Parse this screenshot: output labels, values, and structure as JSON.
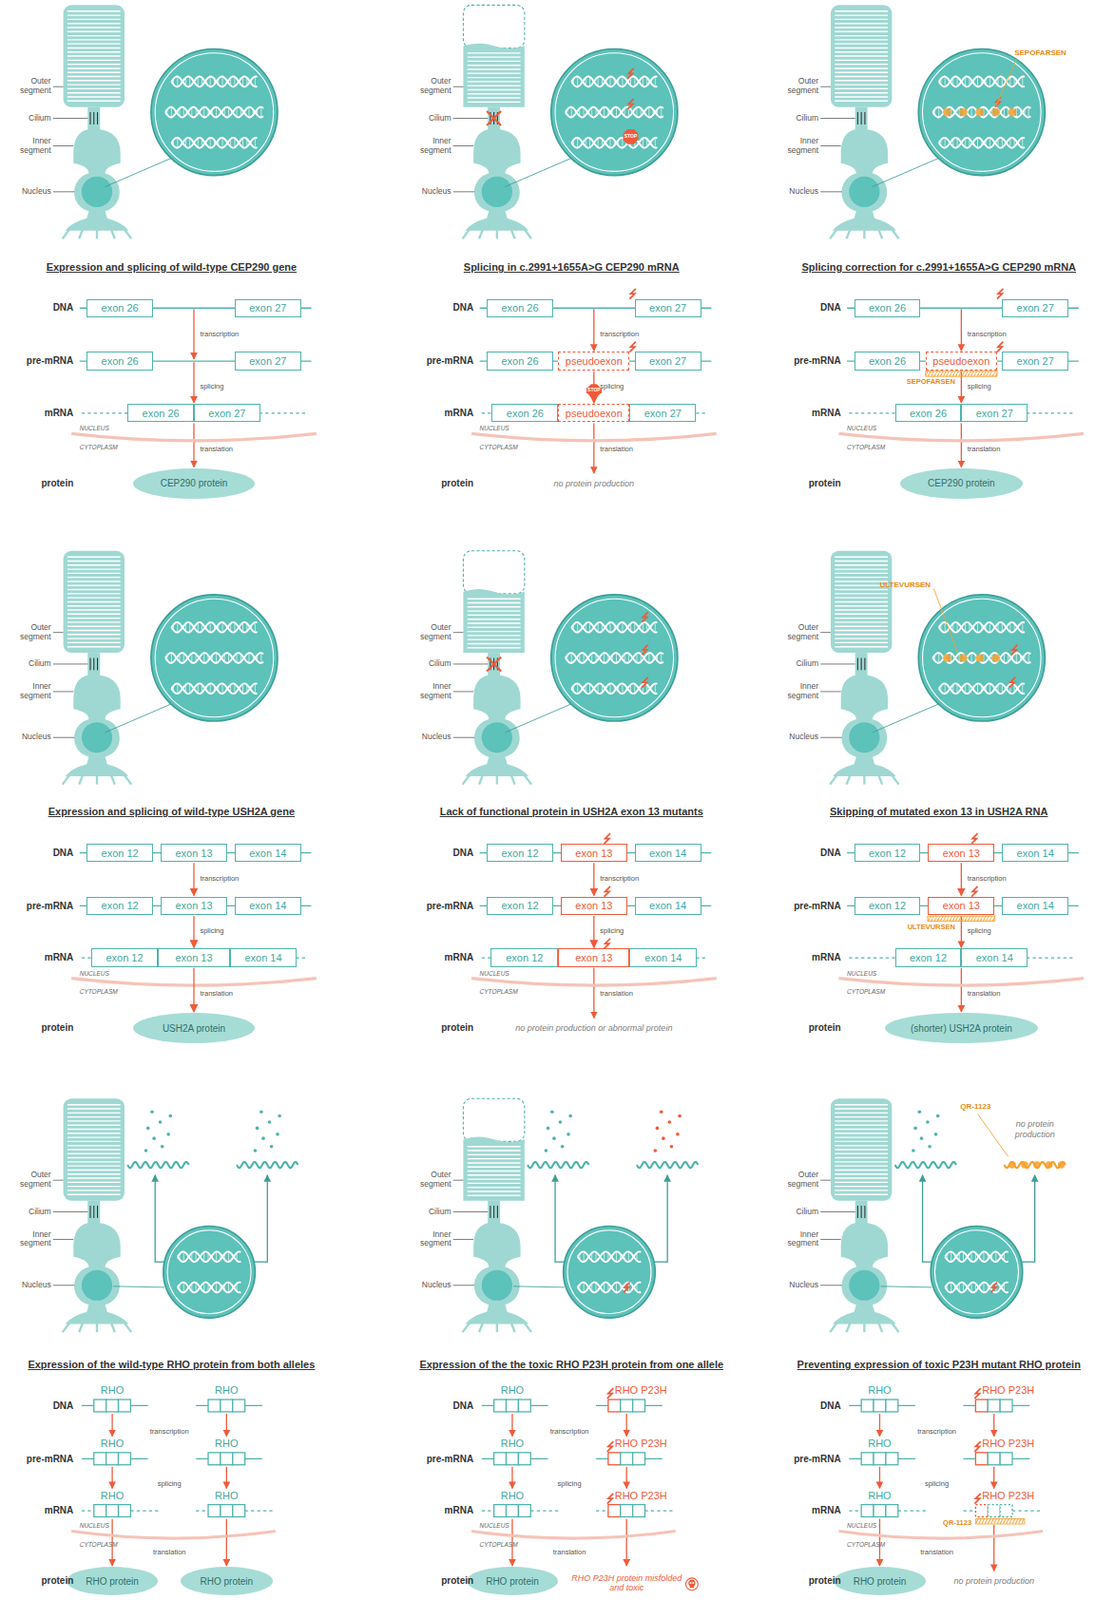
{
  "diagram": {
    "nodes": [
      {
        "text": [
          "exon 26"
        ]
      },
      {
        "text": [
          "exon 27"
        ]
      },
      {
        "text": [
          "exon 26"
        ]
      },
      {
        "text": [
          "exon 27"
        ]
      },
      {
        "text": [
          "exon 26"
        ]
      },
      {
        "text": [
          "exon 27"
        ]
      },
      {
        "text": [
          "CEP290 protein"
        ]
      },
      {
        "text": [
          "exon 26"
        ]
      },
      {
        "text": [
          "exon 27"
        ]
      },
      {
        "text": [
          "exon 26"
        ]
      },
      {
        "text": [
          "pseudoexon"
        ]
      },
      {
        "text": [
          "exon 27"
        ]
      },
      {
        "text": [
          "exon 26"
        ]
      },
      {
        "text": [
          "pseudoexon"
        ]
      },
      {
        "text": [
          "exon 27"
        ]
      },
      {
        "text": [
          "exon 26"
        ]
      },
      {
        "text": [
          "exon 27"
        ]
      },
      {
        "text": [
          "exon 26"
        ]
      },
      {
        "text": [
          "pseudoexon"
        ]
      },
      {
        "text": [
          "exon 27"
        ]
      },
      {
        "text": [
          "exon 26"
        ]
      },
      {
        "text": [
          "exon 27"
        ]
      },
      {
        "text": [
          "CEP290 protein"
        ]
      },
      {
        "text": [
          "exon 12"
        ]
      },
      {
        "text": [
          "exon 13"
        ]
      },
      {
        "text": [
          "exon 14"
        ]
      },
      {
        "text": [
          "exon 12"
        ]
      },
      {
        "text": [
          "exon 13"
        ]
      },
      {
        "text": [
          "exon 14"
        ]
      },
      {
        "text": [
          "exon 12"
        ]
      },
      {
        "text": [
          "exon 13"
        ]
      },
      {
        "text": [
          "exon 14"
        ]
      },
      {
        "text": [
          "USH2A protein"
        ]
      },
      {
        "text": [
          "exon 12"
        ]
      },
      {
        "text": [
          "exon 13"
        ]
      },
      {
        "text": [
          "exon 14"
        ]
      },
      {
        "text": [
          "exon 12"
        ]
      },
      {
        "text": [
          "exon 13"
        ]
      },
      {
        "text": [
          "exon 14"
        ]
      },
      {
        "text": [
          "exon 12"
        ]
      },
      {
        "text": [
          "exon 13"
        ]
      },
      {
        "text": [
          "exon 14"
        ]
      },
      {
        "text": [
          "exon 12"
        ]
      },
      {
        "text": [
          "exon 13"
        ]
      },
      {
        "text": [
          "exon 14"
        ]
      },
      {
        "text": [
          "exon 12"
        ]
      },
      {
        "text": [
          "exon 13"
        ]
      },
      {
        "text": [
          "exon 14"
        ]
      },
      {
        "text": [
          "exon 12"
        ]
      },
      {
        "text": [
          "exon 14"
        ]
      },
      {
        "text": [
          "(shorter) USH2A protein"
        ]
      },
      {
        "text": [
          "RHO protein"
        ]
      },
      {
        "text": [
          "RHO protein"
        ]
      },
      {
        "text": [
          "RHO protein"
        ]
      },
      {
        "text": [
          "RHO protein"
        ]
      }
    ],
    "edges": [
      {
        "from": 24,
        "to": 27,
        "arrow": "to"
      },
      {
        "from": 27,
        "to": 30,
        "arrow": "to"
      },
      {
        "from": 30,
        "to": 32,
        "arrow": "to"
      },
      {
        "from": 34,
        "to": 37,
        "arrow": "to"
      },
      {
        "from": 37,
        "to": 40,
        "arrow": "to"
      },
      {
        "from": 43,
        "to": 46,
        "arrow": "to"
      },
      {
        "from": 10,
        "to": 13,
        "arrow": "to"
      }
    ],
    "labels": [
      "Outer segment",
      "Cilium",
      "Inner segment",
      "Nucleus",
      "Expression and splicing of wild-type CEP290 gene",
      "DNA",
      "pre-mRNA",
      "mRNA",
      "protein",
      "transcription",
      "splicing",
      "NUCLEUS",
      "CYTOPLASM",
      "translation",
      "Outer segment",
      "Cilium",
      "Inner segment",
      "Nucleus",
      "STOP",
      "Splicing in c.2991+1655A>G CEP290 mRNA",
      "DNA",
      "pre-mRNA",
      "mRNA",
      "protein",
      "transcription",
      "splicing",
      "NUCLEUS",
      "CYTOPLASM",
      "translation",
      "STOP",
      "no protein production",
      "Outer segment",
      "Cilium",
      "Inner segment",
      "Nucleus",
      "SEPOFARSEN",
      "Splicing correction for c.2991+1655A>G CEP290 mRNA",
      "DNA",
      "pre-mRNA",
      "mRNA",
      "protein",
      "transcription",
      "splicing",
      "NUCLEUS",
      "CYTOPLASM",
      "translation",
      "SEPOFARSEN",
      "Outer segment",
      "Cilium",
      "Inner segment",
      "Nucleus",
      "Expression and splicing of wild-type USH2A gene",
      "DNA",
      "pre-mRNA",
      "mRNA",
      "protein",
      "transcription",
      "splicing",
      "NUCLEUS",
      "CYTOPLASM",
      "translation",
      "Outer segment",
      "Cilium",
      "Inner segment",
      "Nucleus",
      "Lack of functional protein in USH2A exon 13 mutants",
      "DNA",
      "pre-mRNA",
      "mRNA",
      "protein",
      "transcription",
      "splicing",
      "NUCLEUS",
      "CYTOPLASM",
      "translation",
      "no protein production or abnormal protein",
      "Outer segment",
      "Cilium",
      "Inner segment",
      "Nucleus",
      "ULTEVURSEN",
      "Skipping of mutated exon 13 in USH2A RNA",
      "DNA",
      "pre-mRNA",
      "mRNA",
      "protein",
      "transcription",
      "splicing",
      "NUCLEUS",
      "CYTOPLASM",
      "translation",
      "ULTEVURSEN",
      "Outer segment",
      "Cilium",
      "Inner segment",
      "Nucleus",
      "Expression of the wild-type RHO protein from both alleles",
      "DNA",
      "pre-mRNA",
      "mRNA",
      "protein",
      "RHO",
      "RHO",
      "RHO",
      "RHO",
      "RHO",
      "RHO",
      "transcription",
      "splicing",
      "NUCLEUS",
      "CYTOPLASM",
      "translation",
      "Outer segment",
      "Cilium",
      "Inner segment",
      "Nucleus",
      "Expression of the the toxic RHO P23H protein from one allele",
      "DNA",
      "pre-mRNA",
      "mRNA",
      "protein",
      "RHO",
      "RHO P23H",
      "RHO",
      "RHO P23H",
      "RHO",
      "RHO P23H",
      "transcription",
      "splicing",
      "NUCLEUS",
      "CYTOPLASM",
      "translation",
      "RHO P23H protein misfolded and toxic",
      "Outer segment",
      "Cilium",
      "Inner segment",
      "Nucleus",
      "QR-1123",
      "no protein production",
      "Preventing expression of toxic P23H mutant RHO protein",
      "DNA",
      "pre-mRNA",
      "mRNA",
      "protein",
      "RHO",
      "RHO P23H",
      "RHO",
      "RHO P23H",
      "RHO",
      "RHO P23H",
      "transcription",
      "splicing",
      "NUCLEUS",
      "CYTOPLASM",
      "translation",
      "QR-1123",
      "no protein production"
    ]
  }
}
